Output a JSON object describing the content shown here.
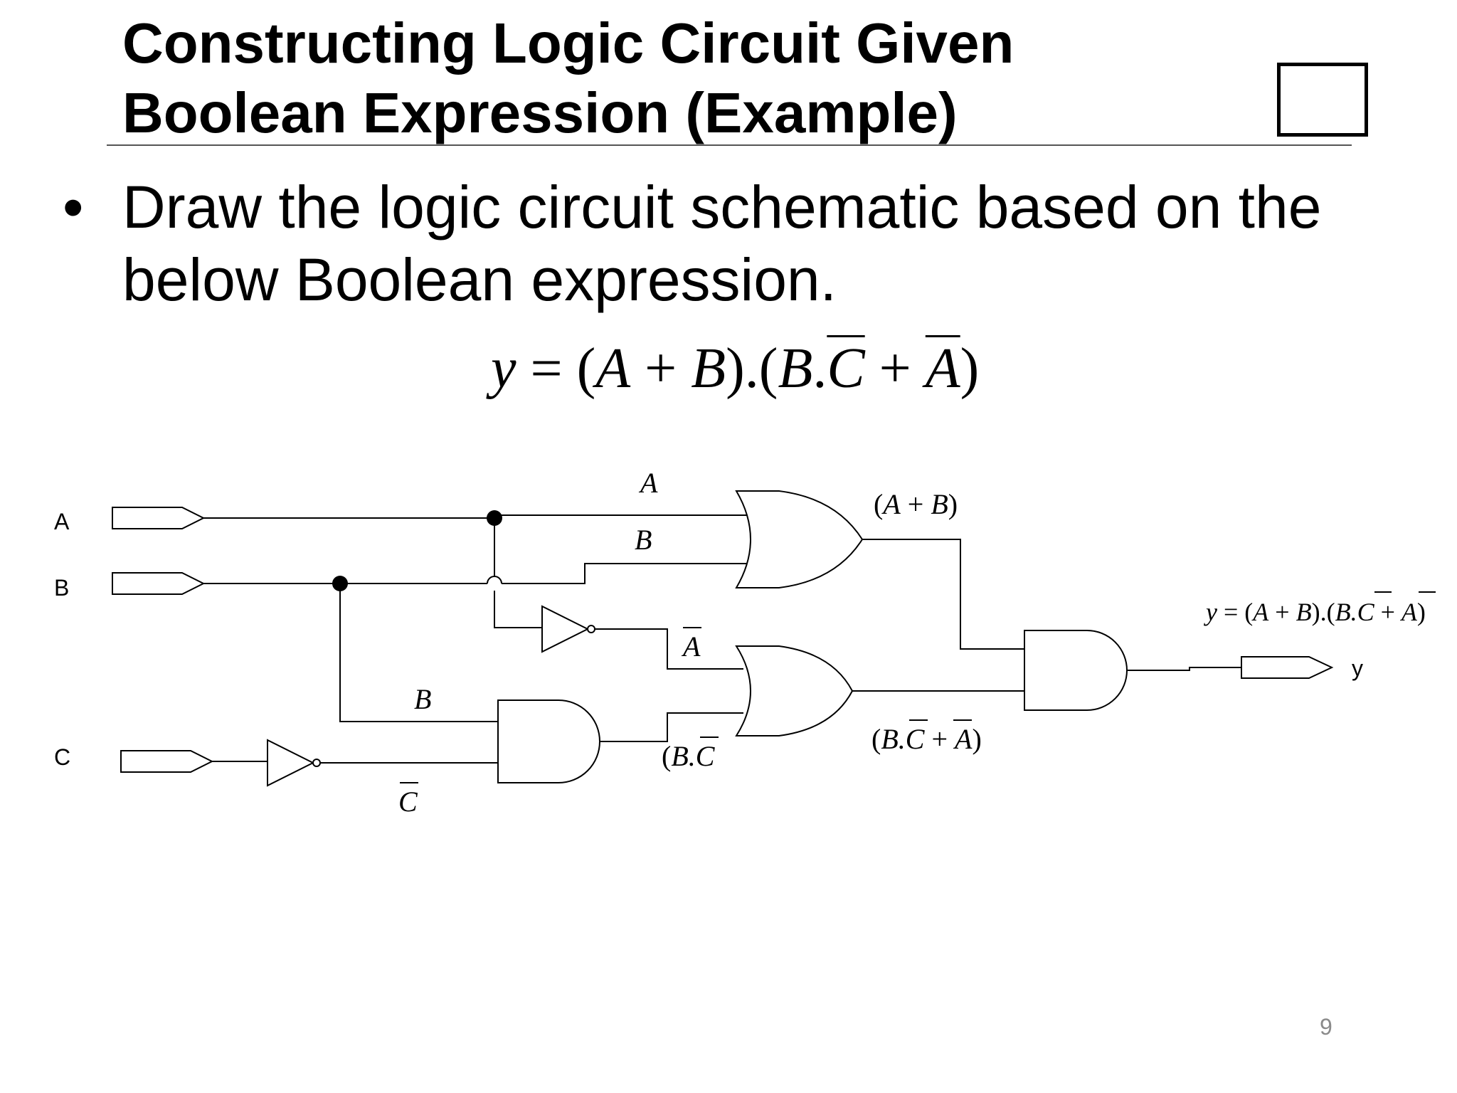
{
  "slide": {
    "title_line1": "Constructing Logic Circuit Given",
    "title_line2": "Boolean Expression (Example)",
    "bullet_symbol": "•",
    "bullet_line1": "Draw the logic circuit schematic based on the",
    "bullet_line2": "below Boolean expression.",
    "equation": {
      "y": "y",
      "eq": " = (",
      "a1": "A",
      "plus1": " + ",
      "b1": "B",
      "mid": ").(",
      "b2": "B",
      "dot": ".",
      "c_bar": "C",
      "plus2": " + ",
      "a_bar": "A",
      "close": ")"
    },
    "page_number": "9"
  },
  "circuit": {
    "inputs": [
      "A",
      "B",
      "C"
    ],
    "output_label": "y",
    "wire_labels": {
      "a": "A",
      "b_top": "B",
      "a_bar": "A",
      "b_mid": "B",
      "c_bar": "C",
      "a_plus_b_open": "(",
      "a_plus_b_a": "A",
      "a_plus_b_plus": " + ",
      "a_plus_b_b": "B",
      "a_plus_b_close": ")",
      "bc_open": "(",
      "bc_b": "B.",
      "bc_c": "C",
      "second_or_open": "(",
      "second_or_b": "B.",
      "second_or_c": "C",
      "second_or_plus": " + ",
      "second_or_a": "A",
      "second_or_close": ")"
    },
    "output_expression": {
      "y": "y",
      "eq": " = (",
      "a1": "A",
      "plus1": " + ",
      "b1": "B",
      "mid": ").(",
      "b2": "B.",
      "c_bar": "C",
      "plus2": " + ",
      "a_bar": "A",
      "close": ")"
    }
  }
}
